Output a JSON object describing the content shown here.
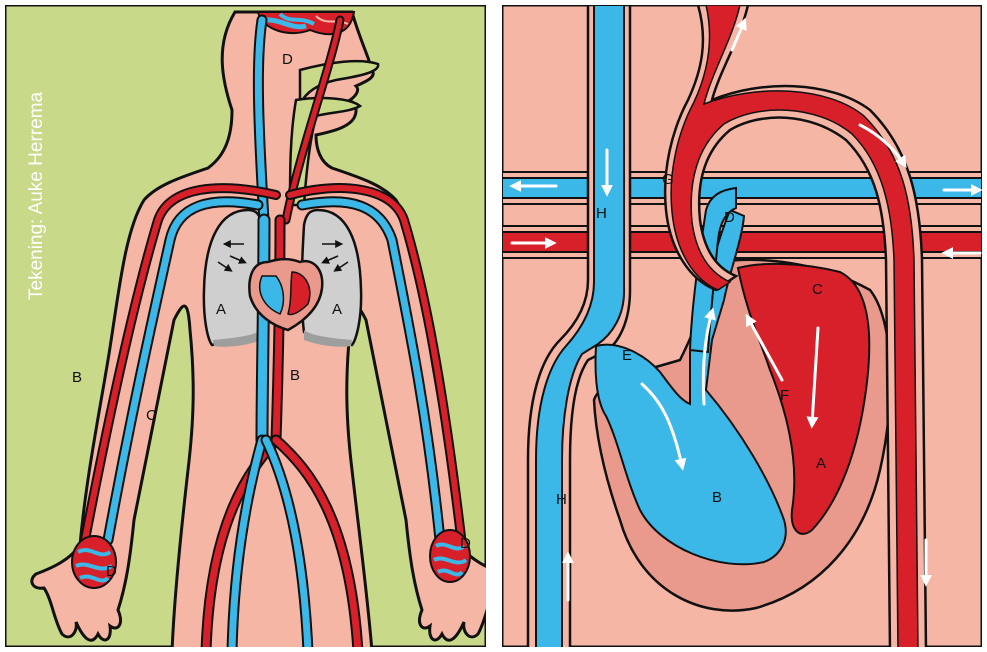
{
  "credit": "Tekening: Auke Herrema",
  "colors": {
    "background": "#c8d98a",
    "skin": "#f6b6a6",
    "outline": "#111111",
    "artery": "#d8202a",
    "vein": "#3bb8e8",
    "lung": "#cfcfcf",
    "heart_wall": "#e99a8c",
    "arrow": "#ffffff"
  },
  "body_panel": {
    "labels": {
      "d_head": "D",
      "a_left_lung": "A",
      "a_right_lung": "A",
      "b_torso": "B",
      "b_left_arm": "B",
      "c_left_arm": "C",
      "d_left_hand": "D",
      "d_right_hand": "D"
    }
  },
  "heart_panel": {
    "labels": {
      "g": "G",
      "h_top": "H",
      "d": "D",
      "c": "C",
      "e": "E",
      "f": "F",
      "a": "A",
      "b": "B",
      "h_bottom": "H"
    }
  }
}
